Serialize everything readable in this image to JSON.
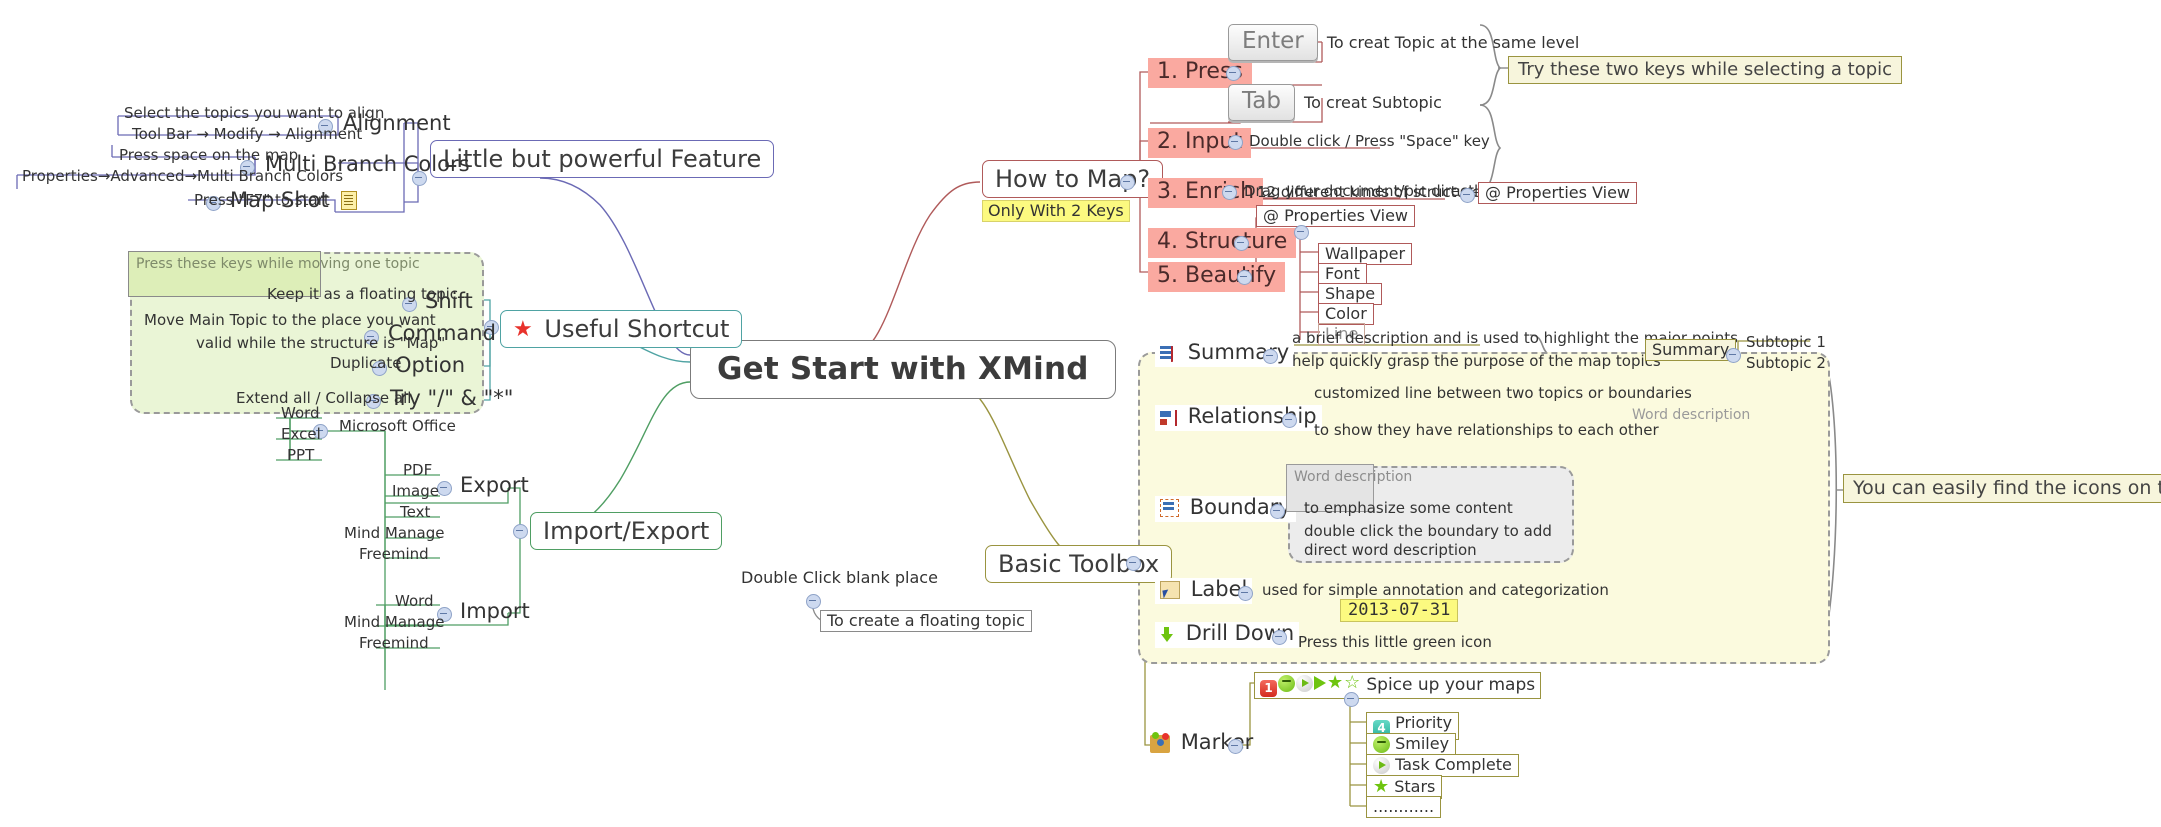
{
  "central": {
    "title": "Get Start with XMind"
  },
  "branches": {
    "feature": {
      "label": "Little but powerful Feature",
      "children": [
        {
          "label": "Alignment",
          "notes": [
            "Select the topics you want to align",
            "Tool Bar → Modify → Alignment"
          ]
        },
        {
          "label": "Multi Branch Colors",
          "notes": [
            "Press space on the map",
            "Properties→Advanced→Multi Branch Colors"
          ]
        },
        {
          "label": "Map Shot",
          "icon": "note-icon",
          "notes": [
            "Press \"F7\" to start"
          ]
        }
      ]
    },
    "shortcut": {
      "label": "Useful Shortcut",
      "icon": "red-star-icon",
      "boundary_label": "Press these keys while moving one topic",
      "children": [
        {
          "label": "Shift",
          "notes": [
            "Keep it as a floating topic"
          ]
        },
        {
          "label": "Command",
          "notes": [
            "Move Main Topic to the place you want",
            "valid while the structure is \"Map\""
          ]
        },
        {
          "label": "Option",
          "notes": [
            "Duplicate"
          ]
        },
        {
          "label": "Try \"/\" & \"*\"",
          "notes": [
            "Extend all / Collapse all"
          ]
        }
      ]
    },
    "importexport": {
      "label": "Import/Export",
      "export": {
        "label": "Export",
        "items": [
          "Microsoft Office",
          "PDF",
          "Image",
          "Text",
          "Mind Manage",
          "Freemind"
        ],
        "office_children": [
          "Word",
          "Excel",
          "PPT"
        ]
      },
      "import": {
        "label": "Import",
        "items": [
          "Word",
          "Mind Manage",
          "Freemind"
        ]
      }
    },
    "howtomap": {
      "label": "How to Map?",
      "tag": "Only With 2 Keys",
      "callout": "Try these two keys while selecting a topic",
      "steps": [
        {
          "label": "1. Press",
          "keys": [
            {
              "cap": "Enter",
              "desc": "To creat Topic at the same level"
            },
            {
              "cap": "Tab",
              "desc": "To creat Subtopic"
            }
          ]
        },
        {
          "label": "2. Input",
          "notes": [
            "Double click / Press \"Space\" key"
          ]
        },
        {
          "label": "3. Enrich",
          "notes": [
            "Drag your document/pic directly to this topic"
          ]
        },
        {
          "label": "4. Structure",
          "notes": [
            "12 different kinds of structures to choose"
          ],
          "boxed": "@ Properties View"
        },
        {
          "label": "5. Beautify",
          "boxed": "@ Properties View",
          "items": [
            "Wallpaper",
            "Font",
            "Shape",
            "Color",
            "Line"
          ]
        }
      ]
    },
    "toolbox": {
      "label": "Basic Toolbox",
      "aside": "You can easily find the icons on the tool bar",
      "items": [
        {
          "label": "Summary",
          "icon": "summary-icon",
          "notes": [
            "a brief description and is used to highlight the major points",
            "help quickly grasp the purpose of the map topics"
          ],
          "demo": {
            "label": "Summary",
            "children": [
              "Subtopic 1",
              "Subtopic 2"
            ]
          }
        },
        {
          "label": "Relationship",
          "icon": "relationship-icon",
          "notes": [
            "customized line between two topics or boundaries",
            "to show they have relationships to each other"
          ],
          "word_description": "Word description"
        },
        {
          "label": "Boundary",
          "icon": "boundary-icon",
          "boundary_label": "Word description",
          "notes": [
            "to emphasize some content",
            "double click the boundary to add direct word description"
          ]
        },
        {
          "label": "Label",
          "icon": "label-icon",
          "notes": [
            "used for simple annotation and categorization"
          ],
          "tag": "2013-07-31"
        },
        {
          "label": "Drill Down",
          "icon": "drill-down-icon",
          "notes": [
            "Press this little green icon"
          ]
        }
      ],
      "marker": {
        "label": "Marker",
        "icon": "marker-icon",
        "headline": "Spice up your maps",
        "children": [
          {
            "label": "Priority",
            "icon": "priority-4-icon"
          },
          {
            "label": "Smiley",
            "icon": "smiley-icon"
          },
          {
            "label": "Task Complete",
            "icon": "task-complete-icon"
          },
          {
            "label": "Stars",
            "icon": "green-star-icon"
          },
          {
            "label": "............",
            "icon": ""
          }
        ]
      }
    },
    "floating": {
      "note": "Double Click blank place",
      "topic": "To create a floating topic"
    }
  },
  "colors": {
    "purple": "#6b6ab5",
    "red": "#b05a5a",
    "green": "#4f9e63",
    "teal": "#4fa3a3",
    "olive": "#9a9440",
    "pink_step": "#faa9a0",
    "highlight_yellow": "#fcfa80",
    "boundary_green": "#eaf5d6",
    "boundary_cream": "#fbfade"
  }
}
